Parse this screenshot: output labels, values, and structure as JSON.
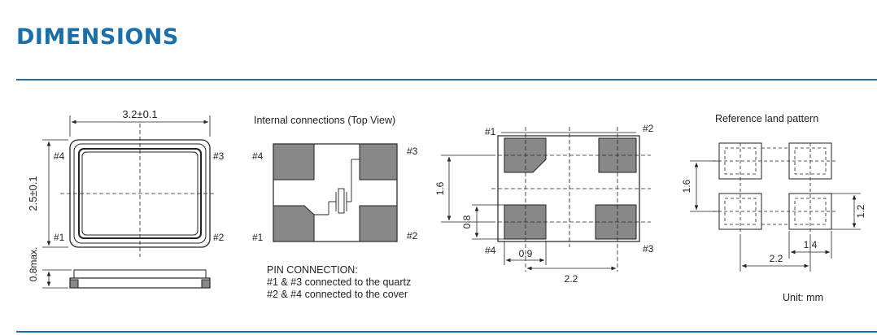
{
  "page": {
    "title": "DIMENSIONS",
    "accent_color": "#1a6fa8"
  },
  "package_view": {
    "width_dim": "3.2±0.1",
    "height_dim": "2.5±0.1",
    "thickness_dim": "0.8max.",
    "pin_labels": [
      "#4",
      "#3",
      "#1",
      "#2"
    ]
  },
  "internal_connections": {
    "title": "Internal connections (Top View)",
    "pin_labels": [
      "#4",
      "#3",
      "#1",
      "#2"
    ],
    "pin_heading": "PIN CONNECTION:",
    "pin_lines": [
      "#1 & #3 connected to the quartz",
      "#2 & #4 connected to the cover"
    ]
  },
  "bottom_view": {
    "pin_labels": [
      "#1",
      "#2",
      "#4",
      "#3"
    ],
    "dims": [
      "1.6",
      "0.8",
      "0.9",
      "2.2"
    ]
  },
  "land_pattern": {
    "title": "Reference land pattern",
    "dims": [
      "1.6",
      "1.2",
      "1.4",
      "2.2"
    ],
    "unit": "Unit: mm"
  }
}
